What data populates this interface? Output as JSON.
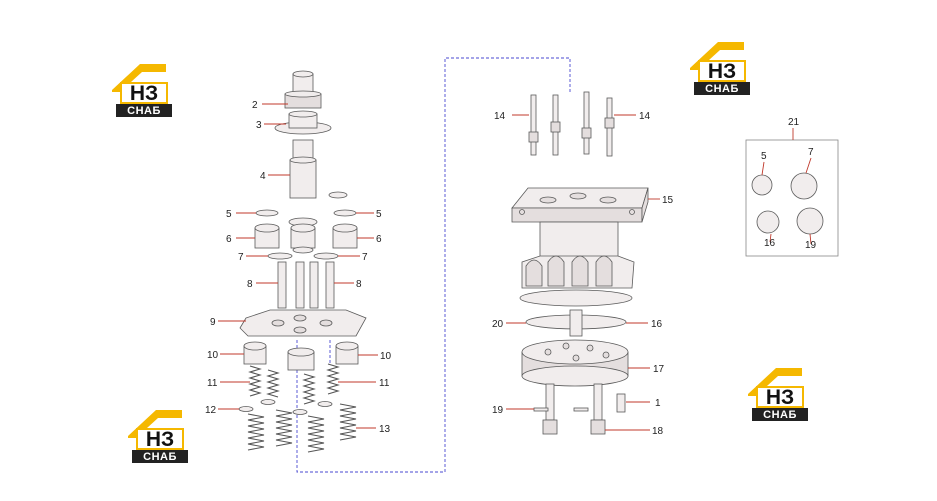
{
  "logo": {
    "top_text": "НЗ",
    "bottom_text": "СНАБ",
    "accent_color": "#f5b800"
  },
  "callouts": {
    "c1": "1",
    "c2": "2",
    "c3": "3",
    "c4": "4",
    "c5a": "5",
    "c5b": "5",
    "c6a": "6",
    "c6b": "6",
    "c7a": "7",
    "c7b": "7",
    "c8a": "8",
    "c8b": "8",
    "c9": "9",
    "c10a": "10",
    "c10b": "10",
    "c11a": "11",
    "c11b": "11",
    "c12": "12",
    "c13": "13",
    "c14a": "14",
    "c14b": "14",
    "c15": "15",
    "c16a": "16",
    "c16b": "16",
    "c17": "17",
    "c18": "18",
    "c19a": "19",
    "c19b": "19",
    "c20": "20",
    "c21": "21",
    "k5": "5",
    "k7": "7"
  }
}
